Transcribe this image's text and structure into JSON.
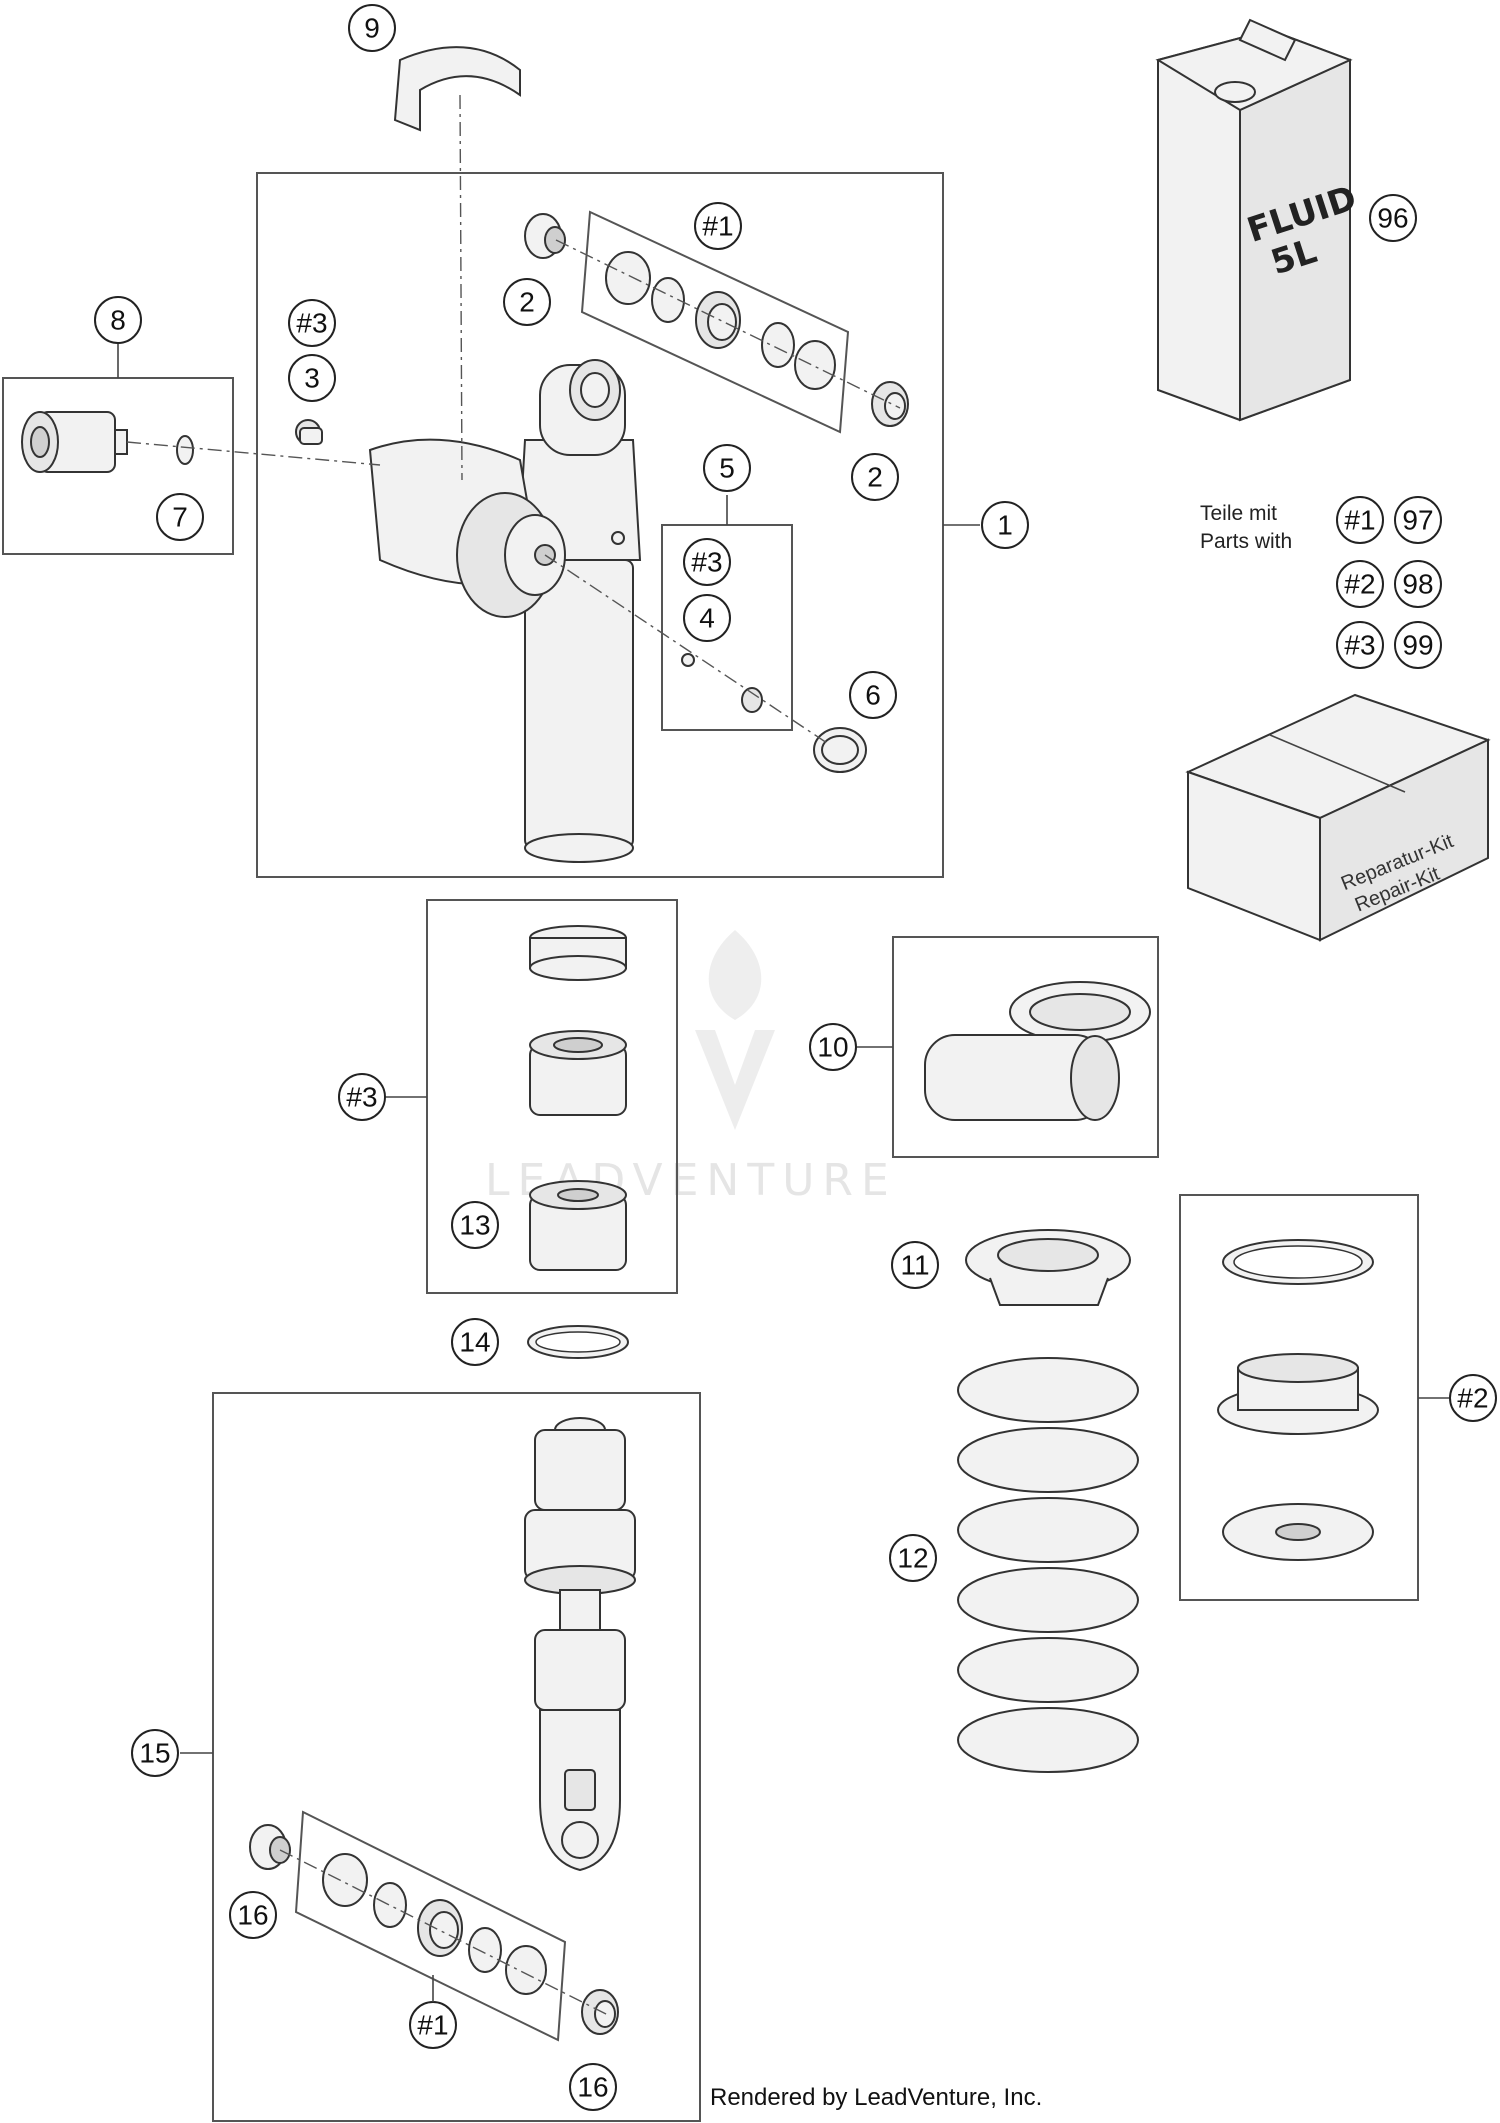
{
  "callouts": {
    "c1": "1",
    "c2a": "2",
    "c2b": "2",
    "c3": "3",
    "c4": "4",
    "c5": "5",
    "c6": "6",
    "c7": "7",
    "c8": "8",
    "c9": "9",
    "c10": "10",
    "c11": "11",
    "c12": "12",
    "c13": "13",
    "c14": "14",
    "c15": "15",
    "c16a": "16",
    "c16b": "16",
    "c96": "96",
    "c97": "97",
    "c98": "98",
    "c99": "99",
    "k1a": "#1",
    "k1b": "#1",
    "k1c": "#1",
    "k2a": "#2",
    "k2b": "#2",
    "k3a": "#3",
    "k3b": "#3",
    "k3c": "#3",
    "k3d": "#3"
  },
  "kit_legend": {
    "line1": "Teile mit",
    "line2": "Parts with"
  },
  "fluid_can": {
    "line1": "FLUID",
    "line2": "5L"
  },
  "repair_box": {
    "line1": "Reparatur-Kit",
    "line2": "Repair-Kit"
  },
  "watermark": "LEADVENTURE",
  "footer": "Rendered by LeadVenture, Inc."
}
